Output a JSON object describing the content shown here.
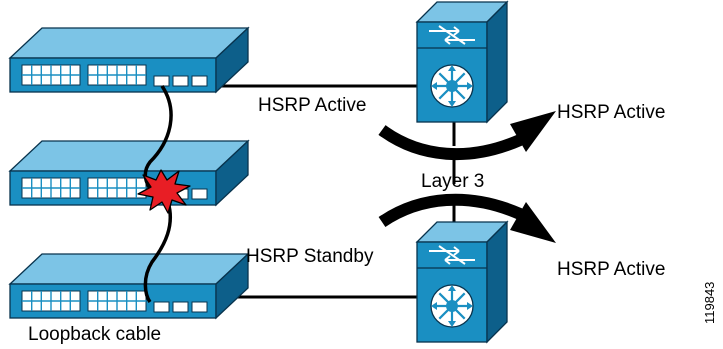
{
  "labels": {
    "hsrp_active_left": "HSRP Active",
    "hsrp_active_top_right": "HSRP Active",
    "layer3": "Layer 3",
    "hsrp_standby": "HSRP Standby",
    "hsrp_active_bottom_right": "HSRP Active",
    "loopback_cable": "Loopback cable",
    "figure_id": "119843"
  },
  "colors": {
    "device_face": "#1a8fc2",
    "device_top": "#7cc4e6",
    "device_side": "#0d5f8a",
    "outline": "#08334d",
    "cable": "#000000",
    "failure_burst": "#e81e25"
  },
  "icons": {
    "access_switch": "switch-icon",
    "multilayer_switch": "multilayer-switch-icon",
    "failure": "failure-burst-icon"
  }
}
